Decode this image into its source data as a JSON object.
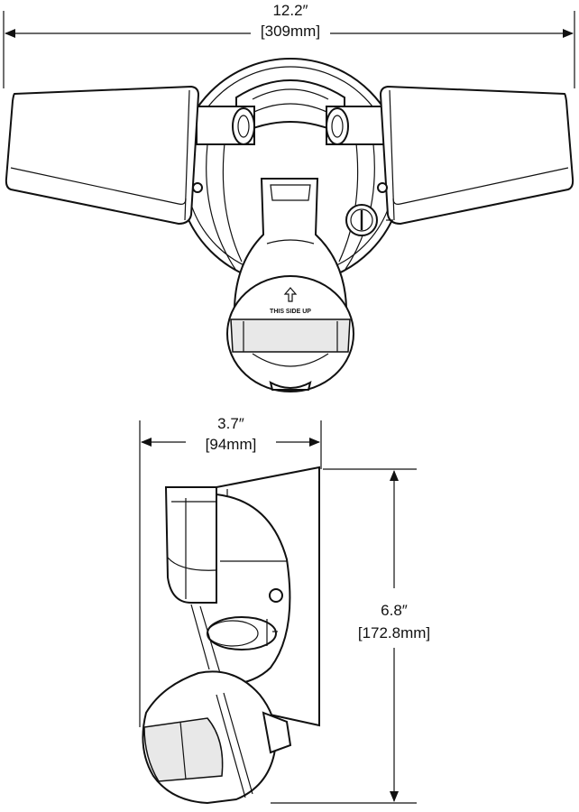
{
  "dimensions": {
    "width": {
      "imperial": "12.2″",
      "metric": "[309mm]"
    },
    "depth": {
      "imperial": "3.7″",
      "metric": "[94mm]"
    },
    "height": {
      "imperial": "6.8″",
      "metric": "[172.8mm]"
    }
  },
  "sensor_label": "THIS SIDE UP"
}
